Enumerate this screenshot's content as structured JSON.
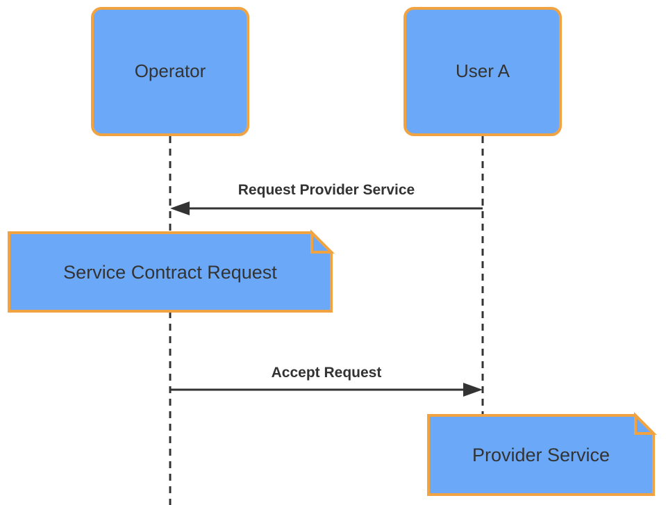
{
  "colors": {
    "node_fill": "#6BA9F8",
    "node_border": "#F2A341",
    "line": "#333333",
    "text": "#333333",
    "background": "#FFFFFF"
  },
  "actors": [
    {
      "label": "Operator"
    },
    {
      "label": "User A"
    }
  ],
  "messages": [
    {
      "label": "Request Provider Service",
      "from": "User A",
      "to": "Operator",
      "direction": "right-to-left"
    },
    {
      "label": "Accept Request",
      "from": "Operator",
      "to": "User A",
      "direction": "left-to-right"
    }
  ],
  "notes": [
    {
      "label": "Service Contract Request"
    },
    {
      "label": "Provider Service"
    }
  ]
}
